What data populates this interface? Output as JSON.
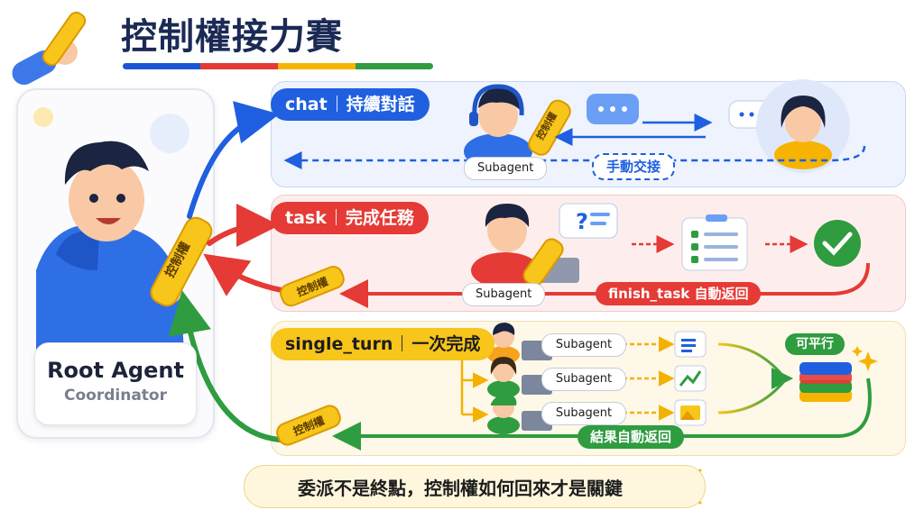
{
  "title": "控制權接力賽",
  "root": {
    "title": "Root Agent",
    "subtitle": "Coordinator"
  },
  "baton_label": "控制權",
  "modes": [
    {
      "name": "chat",
      "desc": "持續對話",
      "color": "#1f5fe0"
    },
    {
      "name": "task",
      "desc": "完成任務",
      "color": "#e53a35"
    },
    {
      "name": "single_turn",
      "desc": "一次完成",
      "color": "#f8c51a"
    }
  ],
  "chat": {
    "subagent": "Subagent",
    "handoff": "手動交接"
  },
  "task": {
    "subagent": "Subagent",
    "return": "finish_task 自動返回"
  },
  "single": {
    "subagents": [
      "Subagent",
      "Subagent",
      "Subagent"
    ],
    "parallel": "可平行",
    "return": "結果自動返回"
  },
  "footer": "委派不是終點，控制權如何回來才是關鍵",
  "colors": {
    "blue": "#1f5fe0",
    "red": "#e53a35",
    "yellow": "#f8c51a",
    "green": "#2e9c3f"
  },
  "icons": [
    "hand-baton-icon",
    "chat-bubble-icon",
    "question-icon",
    "checklist-icon",
    "check-circle-icon",
    "document-icon",
    "chart-icon",
    "image-icon",
    "stack-icon",
    "lightbulb-icon",
    "sparkle-icon"
  ]
}
